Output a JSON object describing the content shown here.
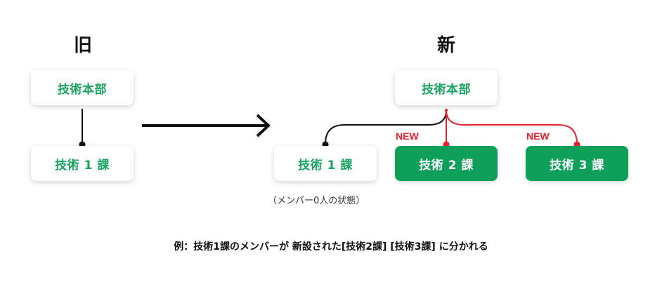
{
  "old": {
    "heading": "旧",
    "parent": "技術本部",
    "child": "技術 1 課"
  },
  "new": {
    "heading": "新",
    "parent": "技術本部",
    "children": [
      {
        "label": "技術 1 課",
        "note": "（メンバー0人の状態）"
      },
      {
        "label": "技術 2 課",
        "badge": "NEW"
      },
      {
        "label": "技術 3 課",
        "badge": "NEW"
      }
    ]
  },
  "caption": "例：技術1課のメンバーが 新設された[技術2課] [技術3課] に分かれる",
  "colors": {
    "green": "#1aa260",
    "green_fill": "#0ea05a",
    "new_red": "#e8212e",
    "connector_black": "#111111"
  }
}
